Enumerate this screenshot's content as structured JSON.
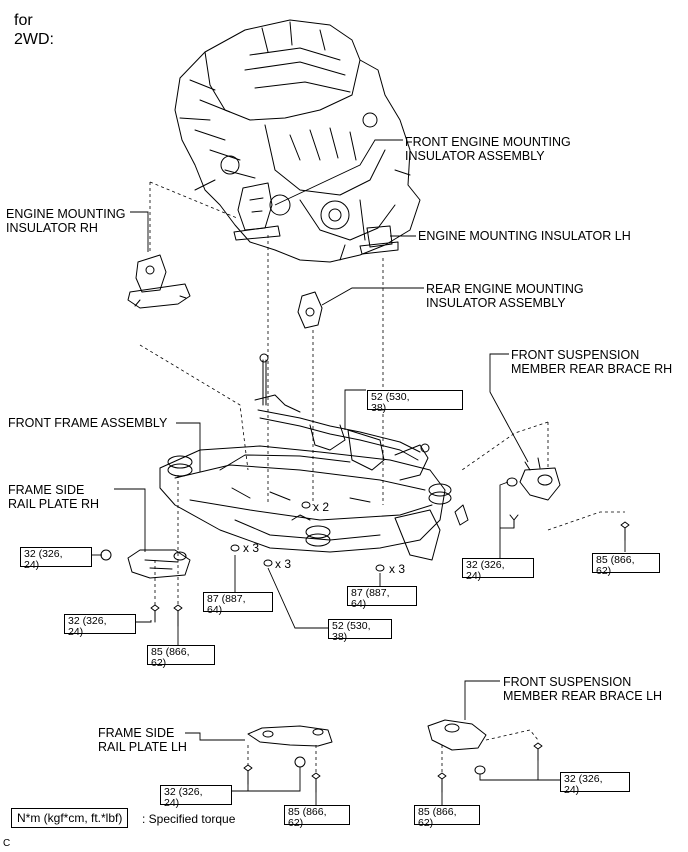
{
  "header": {
    "line1": "for",
    "line2": "2WD:"
  },
  "labels": {
    "front_engine_mounting": [
      "FRONT ENGINE MOUNTING",
      "INSULATOR ASSEMBLY"
    ],
    "engine_mounting_rh": [
      "ENGINE MOUNTING",
      "INSULATOR RH"
    ],
    "engine_mounting_lh": "ENGINE MOUNTING INSULATOR LH",
    "rear_engine_mounting": [
      "REAR ENGINE MOUNTING",
      "INSULATOR ASSEMBLY"
    ],
    "front_susp_rear_brace_rh": [
      "FRONT SUSPENSION",
      "MEMBER REAR BRACE RH"
    ],
    "front_frame_assembly": "FRONT FRAME ASSEMBLY",
    "frame_side_rail_plate_rh": [
      "FRAME SIDE",
      "RAIL PLATE RH"
    ],
    "front_susp_rear_brace_lh": [
      "FRONT SUSPENSION",
      "MEMBER REAR BRACE LH"
    ],
    "frame_side_rail_plate_lh": [
      "FRAME SIDE",
      "RAIL PLATE LH"
    ]
  },
  "torques": {
    "t52_530_38": [
      "52 (530,",
      "38)"
    ],
    "t32_326_24": [
      "32 (326,",
      "24)"
    ],
    "t85_866_62": [
      "85 (866,",
      "62)"
    ],
    "t87_887_64": [
      "87 (887,",
      "64)"
    ]
  },
  "counts": {
    "x2": "x 2",
    "x3": "x 3"
  },
  "legend": {
    "unit": "N*m (kgf*cm, ft.*lbf)",
    "desc": ": Specified torque"
  },
  "footer_ref": "C"
}
